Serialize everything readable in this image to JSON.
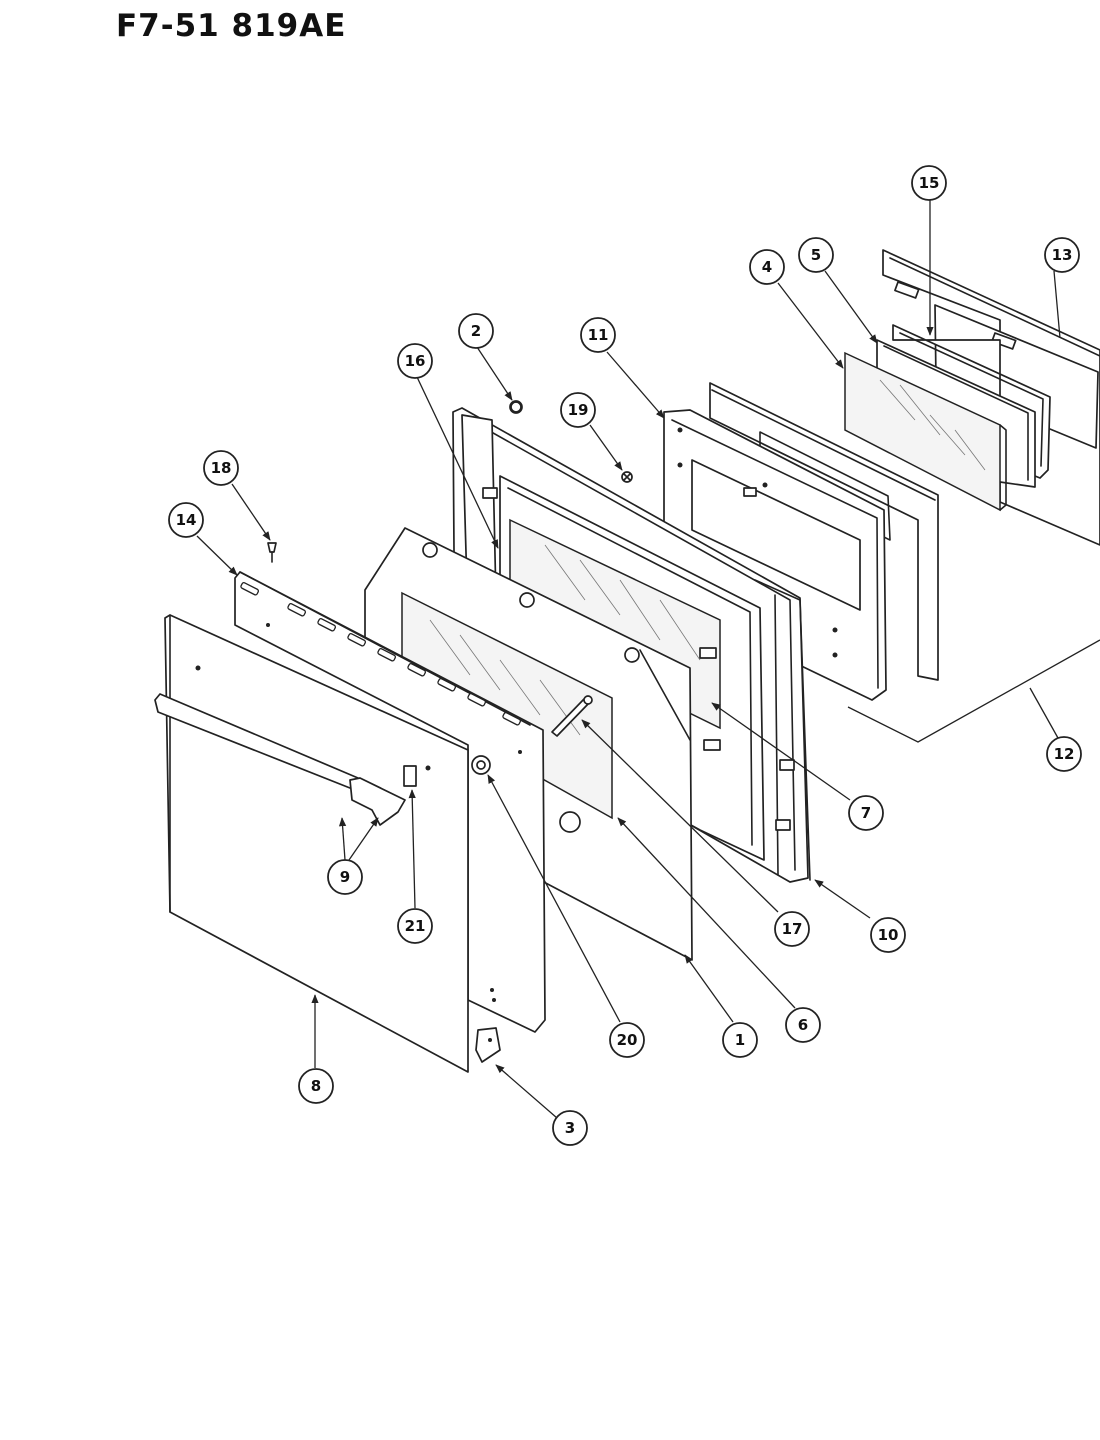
{
  "title": "F7-51 819AE",
  "callouts": [
    {
      "id": "c1",
      "label": "1"
    },
    {
      "id": "c2",
      "label": "2"
    },
    {
      "id": "c3",
      "label": "3"
    },
    {
      "id": "c4",
      "label": "4"
    },
    {
      "id": "c5",
      "label": "5"
    },
    {
      "id": "c6",
      "label": "6"
    },
    {
      "id": "c7",
      "label": "7"
    },
    {
      "id": "c8",
      "label": "8"
    },
    {
      "id": "c9",
      "label": "9"
    },
    {
      "id": "c10",
      "label": "10"
    },
    {
      "id": "c11",
      "label": "11"
    },
    {
      "id": "c12",
      "label": "12"
    },
    {
      "id": "c13",
      "label": "13"
    },
    {
      "id": "c14",
      "label": "14"
    },
    {
      "id": "c15",
      "label": "15"
    },
    {
      "id": "c16",
      "label": "16"
    },
    {
      "id": "c17",
      "label": "17"
    },
    {
      "id": "c18",
      "label": "18"
    },
    {
      "id": "c19",
      "label": "19"
    },
    {
      "id": "c20",
      "label": "20"
    },
    {
      "id": "c21",
      "label": "21"
    }
  ]
}
